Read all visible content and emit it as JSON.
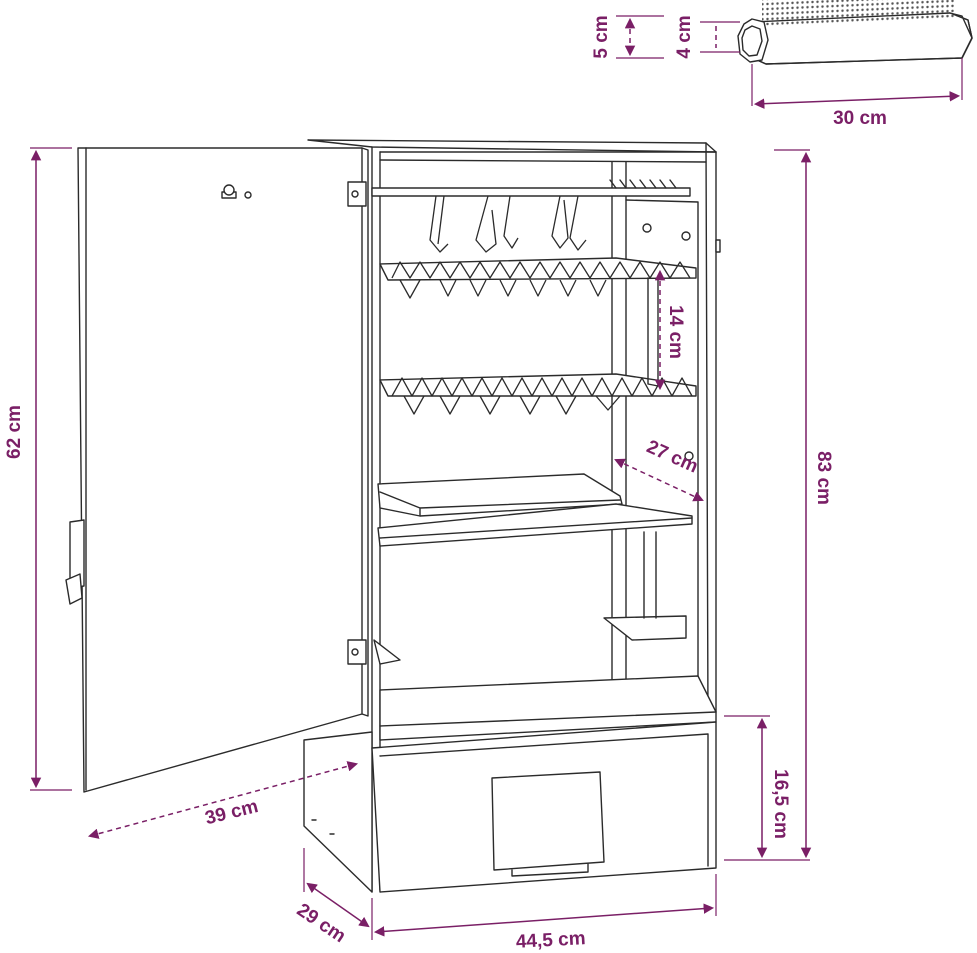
{
  "dimensions": {
    "tube_outer": "5 cm",
    "tube_inner": "4 cm",
    "tube_length": "30 cm",
    "door_height": "62 cm",
    "door_width": "39 cm",
    "rack_spacing": "14 cm",
    "rack_depth": "27 cm",
    "total_height": "83 cm",
    "drawer_height": "16,5 cm",
    "depth": "29 cm",
    "width": "44,5 cm"
  },
  "colors": {
    "dimension": "#7a1f66",
    "outline": "#2b2b2b"
  }
}
